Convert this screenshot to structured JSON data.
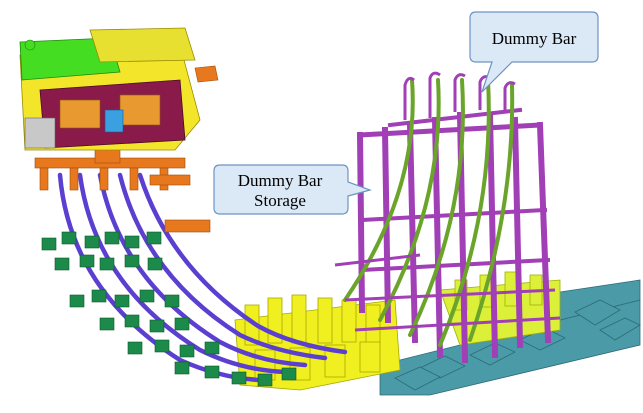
{
  "callouts": {
    "dummy_bar": "Dummy Bar",
    "storage_line1": "Dummy Bar",
    "storage_line2": "Storage"
  },
  "colors": {
    "background": "#ffffff",
    "callout_fill": "#dbe9f7",
    "callout_stroke": "#6d93c4",
    "frame_magenta": "#a13fb6",
    "dummy_bar_green": "#6aa42a",
    "segment_yellow": "#f0f020",
    "strand_purple": "#5b3fd0",
    "roll_green": "#1c8a4a",
    "base_teal": "#4a9aa8",
    "mould_lime": "#44dd22",
    "orange": "#e8781e"
  }
}
